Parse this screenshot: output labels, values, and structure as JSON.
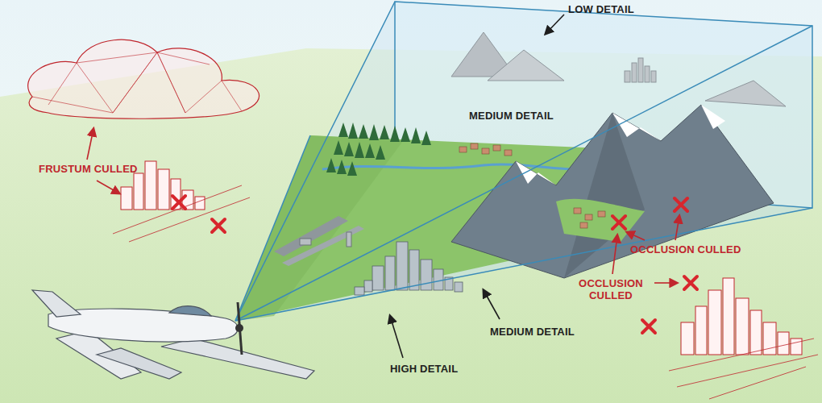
{
  "diagram": {
    "labels": [
      "LOW DETAIL",
      "MEDIUM DETAIL",
      "FRUSTUM CULLED",
      "OCCLUSION CULLED",
      "OCCLUSION CULLED",
      "MEDIUM DETAIL",
      "HIGH DETAIL"
    ]
  }
}
